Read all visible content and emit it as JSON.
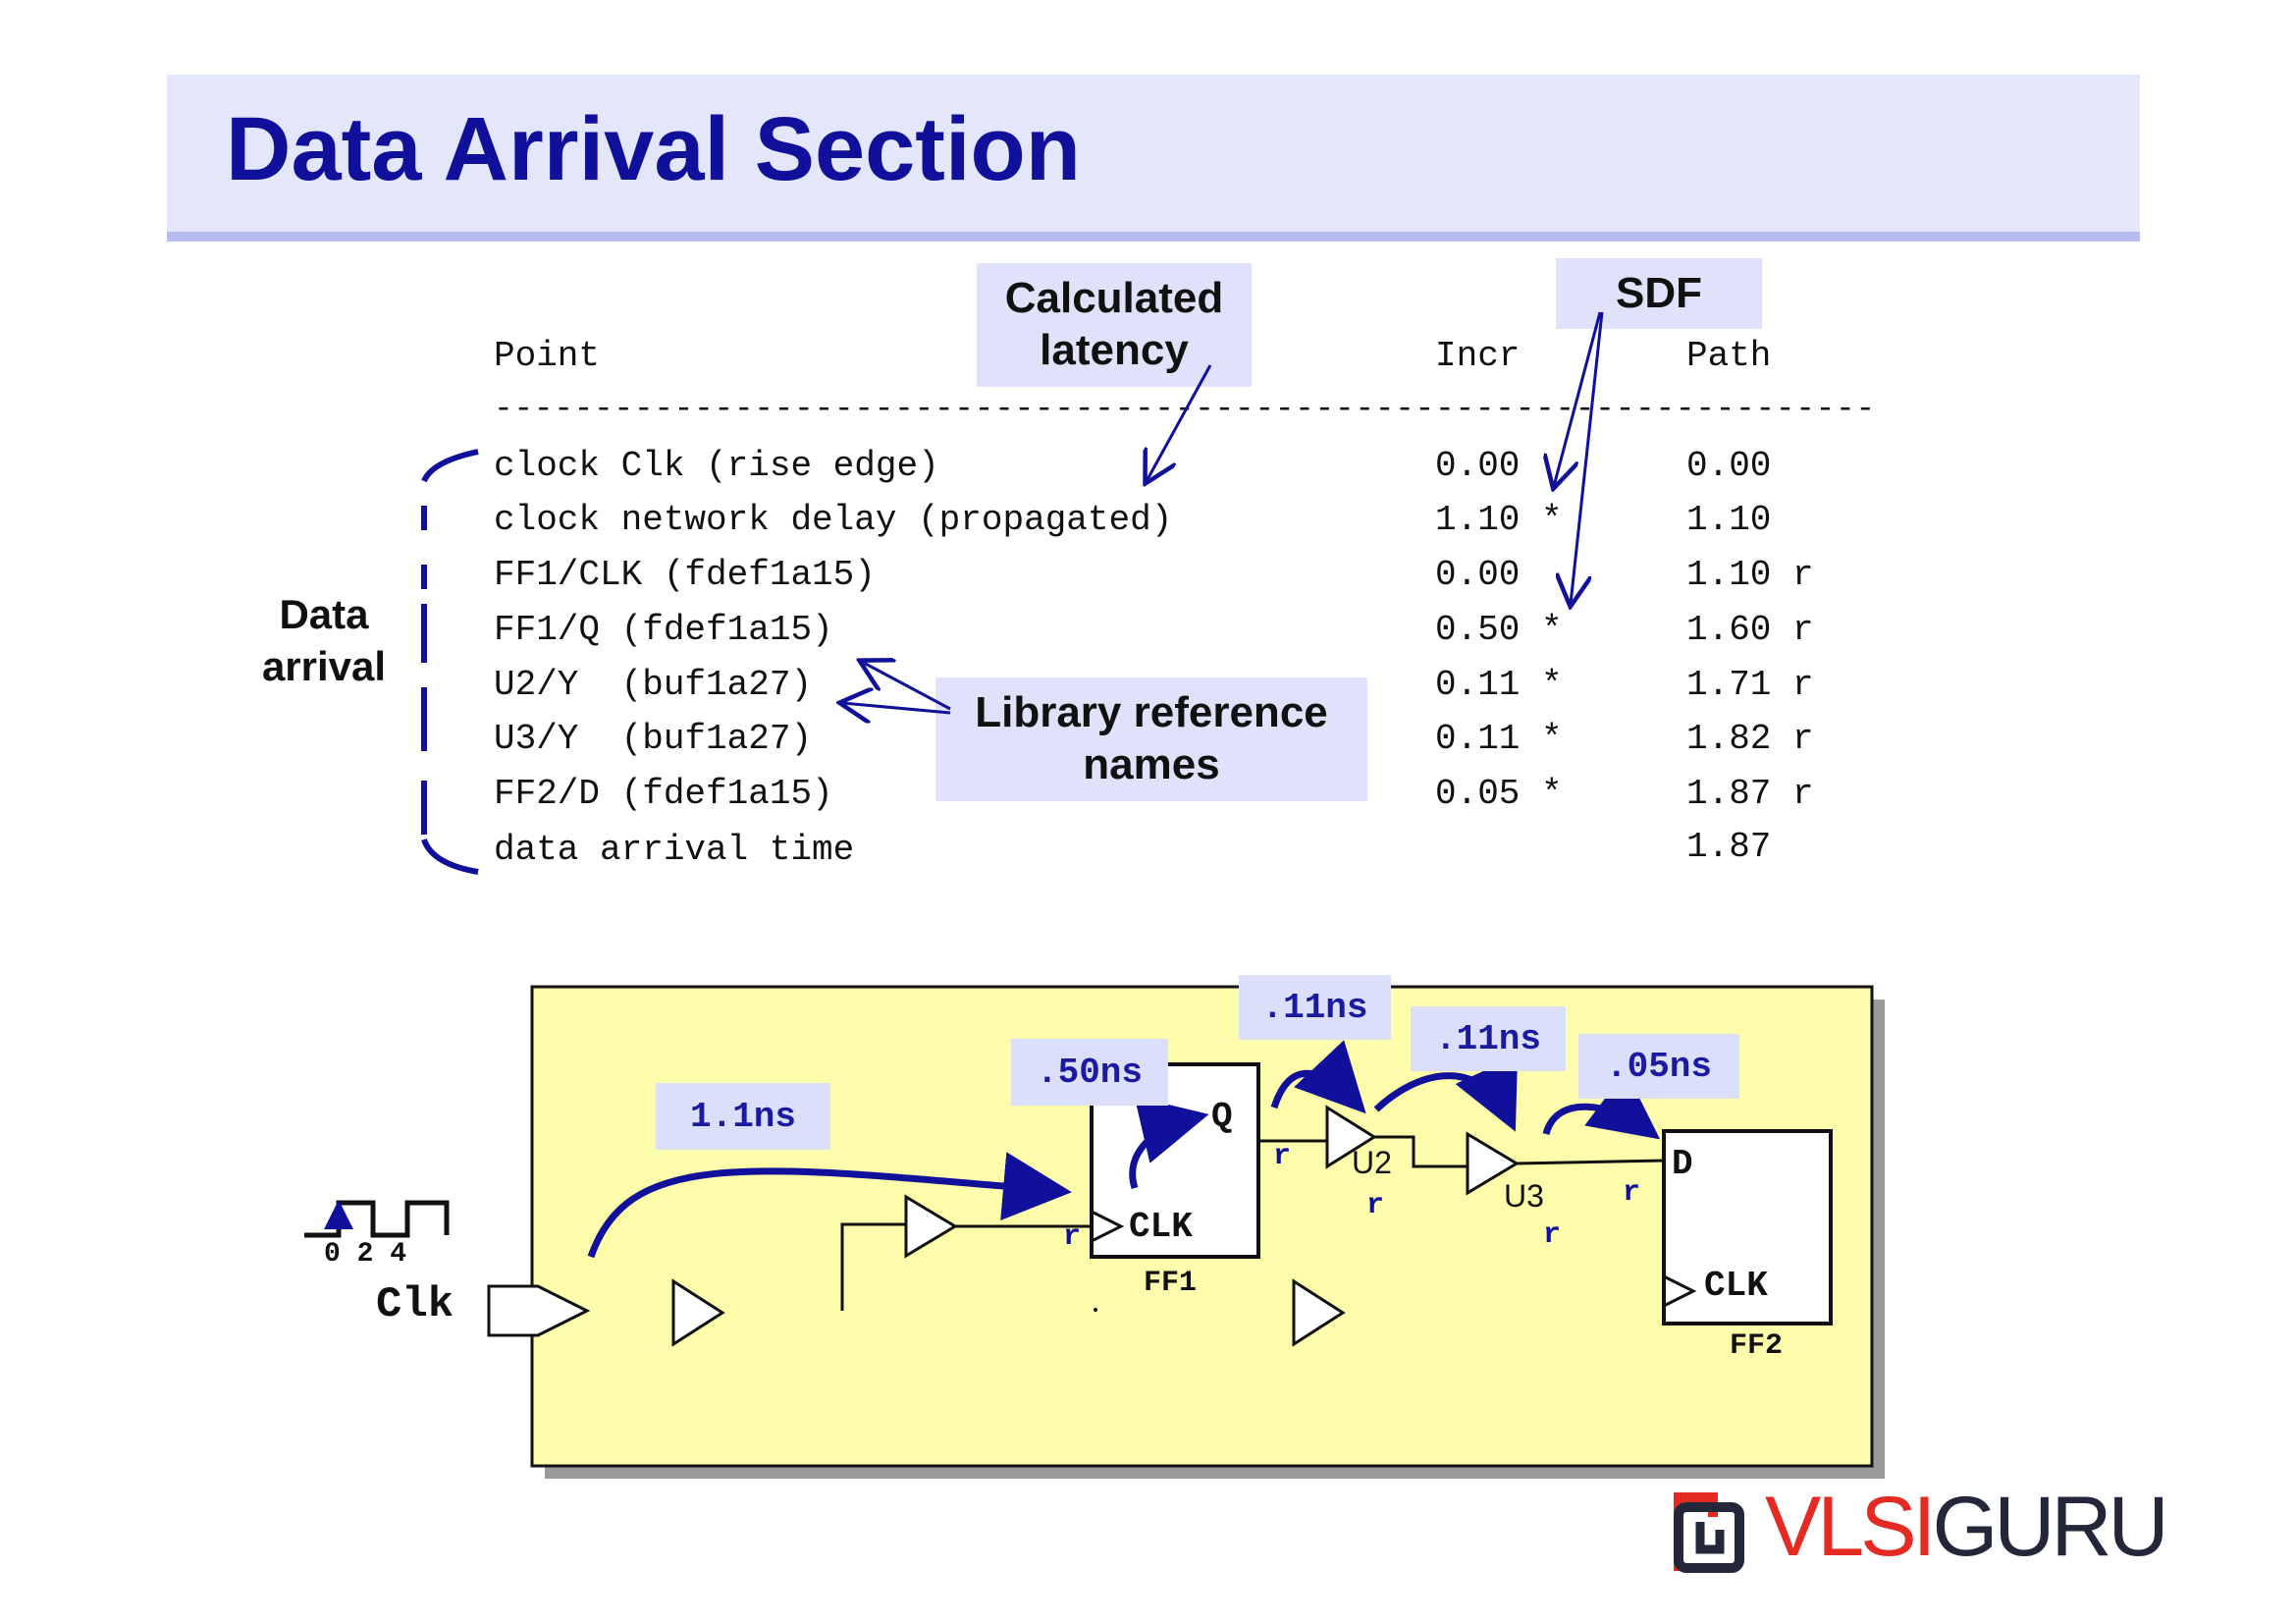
{
  "title": "Data Arrival Section",
  "annotations": {
    "calculated_latency": "Calculated\nlatency",
    "sdf": "SDF",
    "library_reference_names": "Library reference\nnames",
    "data_arrival": "Data\narrival"
  },
  "report": {
    "headers": {
      "point": "Point",
      "incr": "Incr",
      "path": "Path"
    },
    "separator": "---------------------------------------------------------------------",
    "rows": [
      {
        "point": "clock Clk (rise edge)",
        "incr": "0.00",
        "path": "0.00"
      },
      {
        "point": "clock network delay (propagated)",
        "incr": "1.10 *",
        "path": "1.10"
      },
      {
        "point": "FF1/CLK (fdef1a15)",
        "incr": "0.00",
        "path": "1.10 r"
      },
      {
        "point": "FF1/Q (fdef1a15)",
        "incr": "0.50 *",
        "path": "1.60 r"
      },
      {
        "point": "U2/Y  (buf1a27)",
        "incr": "0.11 *",
        "path": "1.71 r"
      },
      {
        "point": "U3/Y  (buf1a27)",
        "incr": "0.11 *",
        "path": "1.82 r"
      },
      {
        "point": "FF2/D (fdef1a15)",
        "incr": "0.05 *",
        "path": "1.87 r"
      },
      {
        "point": "data arrival time",
        "incr": "",
        "path": "1.87"
      }
    ]
  },
  "schematic": {
    "waveform_ticks": "0 2 4",
    "clock_port": "Clk",
    "delays": {
      "clk_net": "1.1ns",
      "ff1": ".50ns",
      "u2": ".11ns",
      "u3": ".11ns",
      "ff2": ".05ns"
    },
    "ff1": {
      "name": "FF1",
      "q": "Q",
      "clk": "CLK"
    },
    "ff2": {
      "name": "FF2",
      "d": "D",
      "clk": "CLK"
    },
    "u2": "U2",
    "u3": "U3",
    "edge": "r"
  },
  "logo": {
    "text_part1": "VLSI",
    "text_part2": "GURU",
    "accent_color": "#e32b24",
    "dark_color": "#24263a"
  },
  "colors": {
    "title": "#10109a",
    "title_bg": "#e4e6fb",
    "schematic_bg": "#fdfdac",
    "arrow": "#10109a"
  }
}
